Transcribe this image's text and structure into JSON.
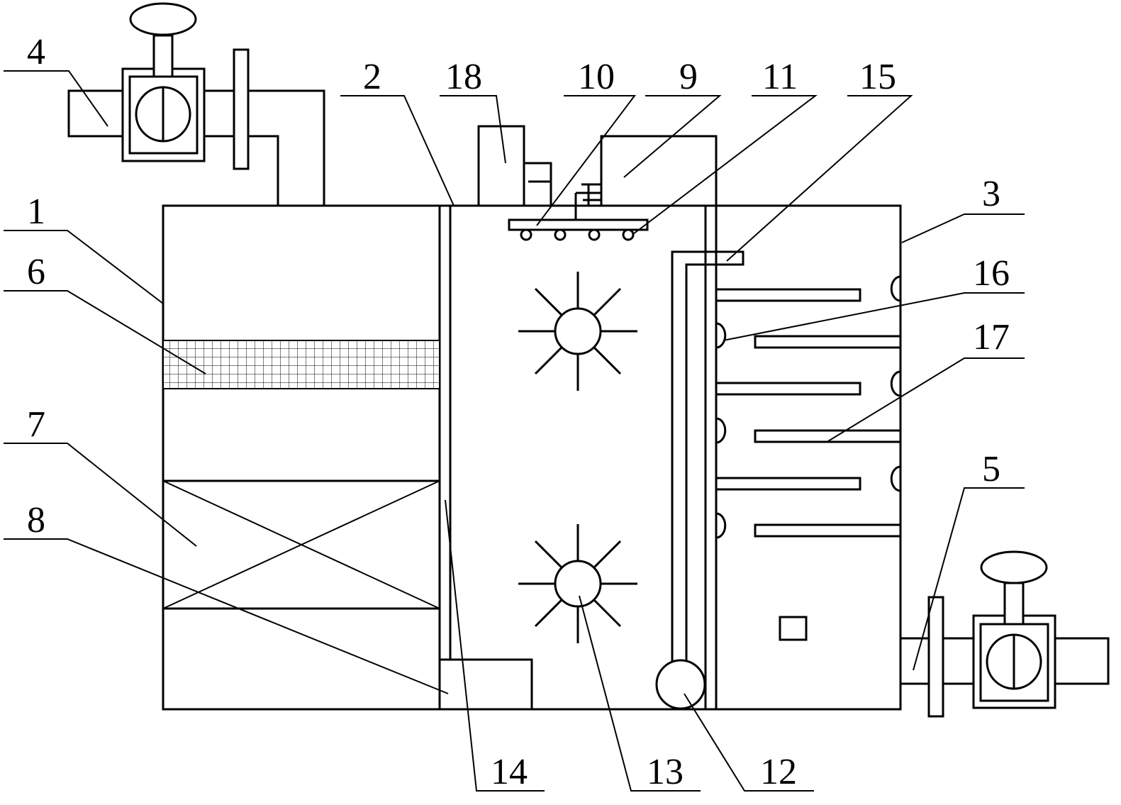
{
  "diagram": {
    "line_color": "#000000",
    "background": "#ffffff",
    "labels": [
      {
        "id": "n1",
        "text": "1"
      },
      {
        "id": "n2",
        "text": "2"
      },
      {
        "id": "n3",
        "text": "3"
      },
      {
        "id": "n4",
        "text": "4"
      },
      {
        "id": "n5",
        "text": "5"
      },
      {
        "id": "n6",
        "text": "6"
      },
      {
        "id": "n7",
        "text": "7"
      },
      {
        "id": "n8",
        "text": "8"
      },
      {
        "id": "n9",
        "text": "9"
      },
      {
        "id": "n10",
        "text": "10"
      },
      {
        "id": "n11",
        "text": "11"
      },
      {
        "id": "n12",
        "text": "12"
      },
      {
        "id": "n13",
        "text": "13"
      },
      {
        "id": "n14",
        "text": "14"
      },
      {
        "id": "n15",
        "text": "15"
      },
      {
        "id": "n16",
        "text": "16"
      },
      {
        "id": "n17",
        "text": "17"
      },
      {
        "id": "n18",
        "text": "18"
      }
    ]
  }
}
